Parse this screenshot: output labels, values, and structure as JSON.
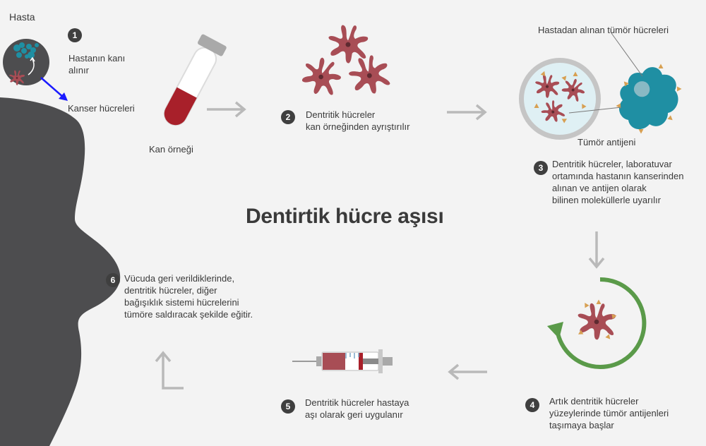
{
  "title": "Dentirtik hücre aşısı",
  "labels": {
    "patient": "Hasta",
    "cancer_cells": "Kanser hücreleri",
    "blood_sample": "Kan örneği",
    "tumor_cells_from_patient": "Hastadan alınan tümör hücreleri",
    "tumor_antigen": "Tümör antijeni"
  },
  "steps": [
    {
      "number": "1",
      "lines": [
        "Hastanın kanı",
        "alınır"
      ]
    },
    {
      "number": "2",
      "lines": [
        "Dentritik hücreler",
        "kan örneğinden ayrıştırılır"
      ]
    },
    {
      "number": "3",
      "lines": [
        "Dentritik hücreler, laboratuvar",
        "ortamında hastanın kanserinden",
        "alınan ve antijen olarak",
        "bilinen moleküllerle uyarılır"
      ]
    },
    {
      "number": "4",
      "lines": [
        "Artık dentritik hücreler",
        "yüzeylerinde tümör antijenleri",
        "taşımaya başlar"
      ]
    },
    {
      "number": "5",
      "lines": [
        "Dentritik hücreler hastaya",
        "aşı olarak geri uygulanır"
      ]
    },
    {
      "number": "6",
      "lines": [
        "Vücuda geri verildiklerinde,",
        "dentritik hücreler, diğer",
        "bağışıklık sistemi hücrelerini",
        "tümöre saldıracak şekilde eğitir."
      ]
    }
  ],
  "colors": {
    "background": "#f3f3f3",
    "silhouette": "#4d4d4f",
    "dendritic_cell": "#a84d55",
    "blood": "#a8202a",
    "tumor_cell": "#1f8fa3",
    "antigen": "#d7a052",
    "recycle_arrow": "#5a9a49",
    "flow_arrow": "#b9b9b9",
    "annotation_arrow": "#1a1aff"
  }
}
